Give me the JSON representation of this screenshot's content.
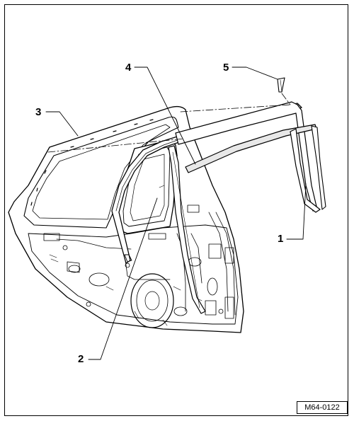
{
  "figure": {
    "reference_code": "M64-0122"
  },
  "callouts": [
    {
      "id": "1",
      "label": "1"
    },
    {
      "id": "2",
      "label": "2"
    },
    {
      "id": "3",
      "label": "3"
    },
    {
      "id": "4",
      "label": "4"
    },
    {
      "id": "5",
      "label": "5"
    }
  ],
  "colors": {
    "line": "#000000",
    "background": "#ffffff",
    "seal_fill": "#e8e8e8"
  }
}
